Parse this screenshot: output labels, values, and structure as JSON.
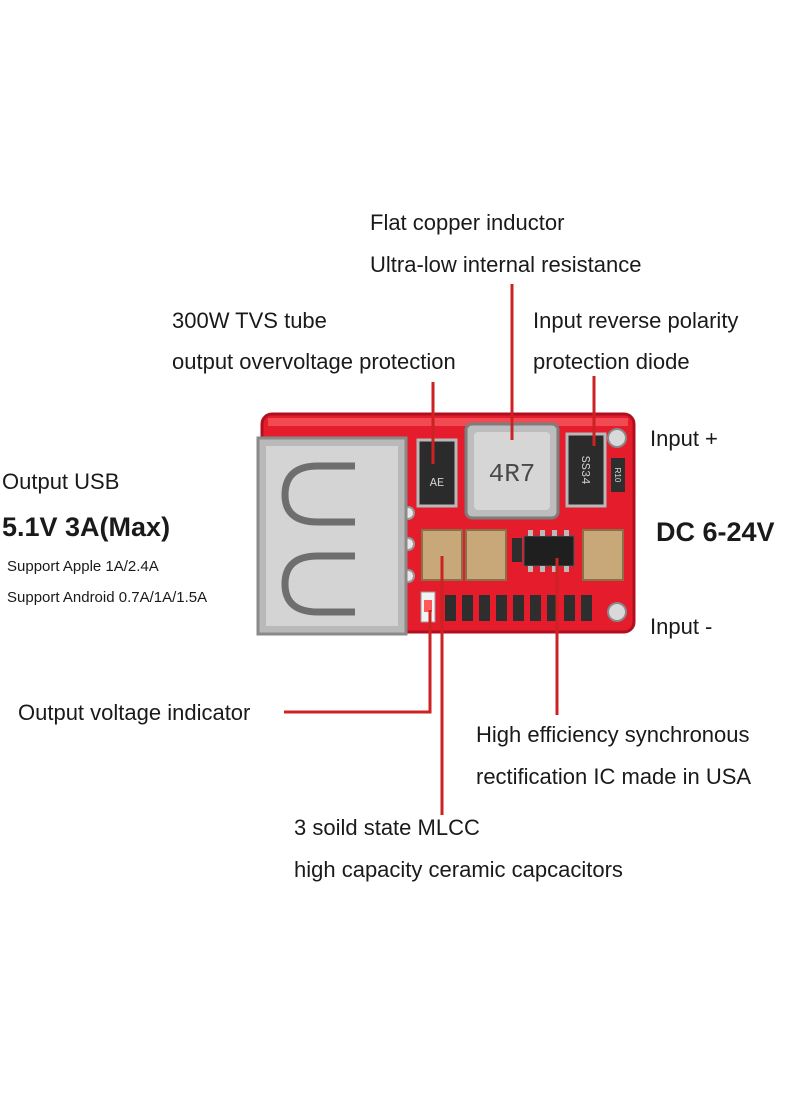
{
  "colors": {
    "pcb": "#e41c2c",
    "pcb_edge": "#b10f1e",
    "leader": "#cc2222",
    "text": "#1a1a1a"
  },
  "labels": {
    "inductor_line1": "Flat copper inductor",
    "inductor_line2": "Ultra-low internal resistance",
    "tvs_line1": "300W TVS tube",
    "tvs_line2": "output overvoltage protection",
    "diode_line1": "Input reverse polarity",
    "diode_line2": "protection diode",
    "input_plus": "Input +",
    "input_minus": "Input -",
    "output_usb": "Output USB",
    "output_rating": "5.1V 3A(Max)",
    "support_apple": "Support Apple 1A/2.4A",
    "support_android": "Support Android 0.7A/1A/1.5A",
    "dc_range": "DC 6-24V",
    "indicator": "Output voltage indicator",
    "ic_line1": "High efficiency synchronous",
    "ic_line2": "rectification IC made in USA",
    "mlcc_line1": "3 soild state MLCC",
    "mlcc_line2": "high capacity ceramic capcacitors"
  },
  "component_markings": {
    "inductor": "4R7",
    "diode": "SS34",
    "tvs": "AE",
    "resistor": "R10"
  }
}
